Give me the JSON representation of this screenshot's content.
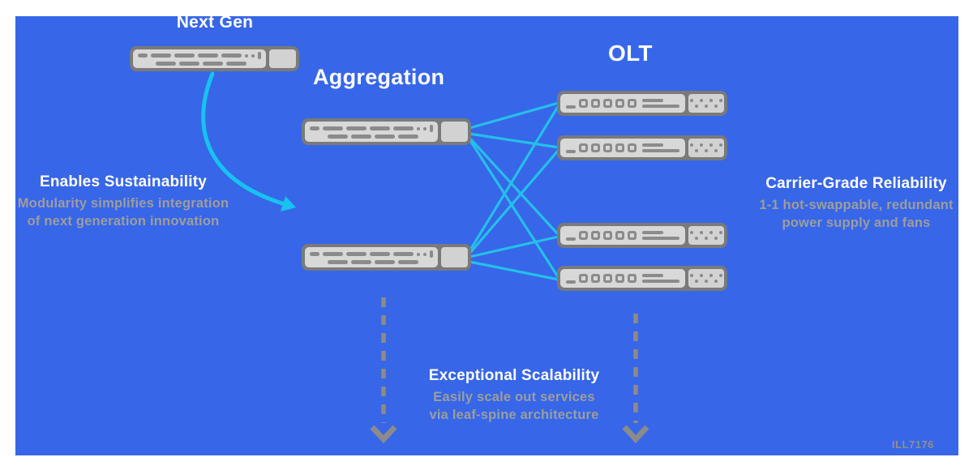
{
  "labels": {
    "next_gen": "Next Gen",
    "aggregation": "Aggregation",
    "olt": "OLT"
  },
  "annotations": {
    "sustainability": {
      "title": "Enables Sustainability",
      "line1": "Modularity simplifies integration",
      "line2": "of next generation innovation"
    },
    "reliability": {
      "title": "Carrier-Grade Reliability",
      "line1": "1-1 hot-swappable, redundant",
      "line2": "power supply and fans"
    },
    "scalability": {
      "title": "Exceptional Scalability",
      "line1": "Easily scale out services",
      "line2": "via leaf-spine architecture"
    }
  },
  "footer": {
    "figure_id": "ILL7176"
  },
  "diagram": {
    "aggregation_switch_count": 2,
    "olt_count": 4,
    "topology": "leaf-spine full mesh"
  },
  "colors": {
    "background_blue": "#3766e8",
    "page_margin_white": "#ffffff",
    "link_cyan": "#25bfe9",
    "arrow_cyan": "#18c2f0",
    "device_border_gray": "#7a7a7a",
    "device_body_gray": "#d8d8d8",
    "device_detail_gray": "#8b8b8b",
    "muted_text_gray": "#9d9d9d",
    "dashed_arrow_gray": "#8b8b8b",
    "title_white": "#ffffff"
  }
}
